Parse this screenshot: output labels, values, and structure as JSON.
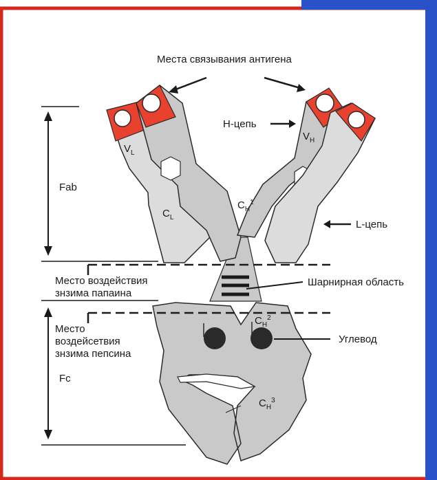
{
  "colors": {
    "frame_red": "#d42a1e",
    "frame_blue": "#2a52c8",
    "protein_gray": "#c9c9c9",
    "variable_light": "#e2e2e2",
    "binding_site_red": "#e8412e",
    "carbohydrate": "#2a2a2a",
    "ink": "#1a1a1a"
  },
  "labels": {
    "antigen_sites": "Места связывания антигена",
    "h_chain": "Н-цепь",
    "l_chain": "L-цепь",
    "fab": "Fab",
    "fc": "Fc",
    "hinge": "Шарнирная область",
    "carbohydrate": "Углевод",
    "papain_line1": "Место воздействия",
    "papain_line2": "знзима папаина",
    "pepsin_line1": "Место",
    "pepsin_line2": "воздейсетвия",
    "pepsin_line3": "знзима пепсина"
  },
  "domains": {
    "vl_main": "V",
    "vl_sub": "L",
    "vh_main": "V",
    "vh_sub": "H",
    "cl_main": "C",
    "cl_sub": "L",
    "ch1_main": "C",
    "ch1_sub": "H",
    "ch1_sup": "1",
    "ch2_main": "C",
    "ch2_sub": "H",
    "ch2_sup": "2",
    "ch3_main": "C",
    "ch3_sub": "H",
    "ch3_sup": "3"
  }
}
